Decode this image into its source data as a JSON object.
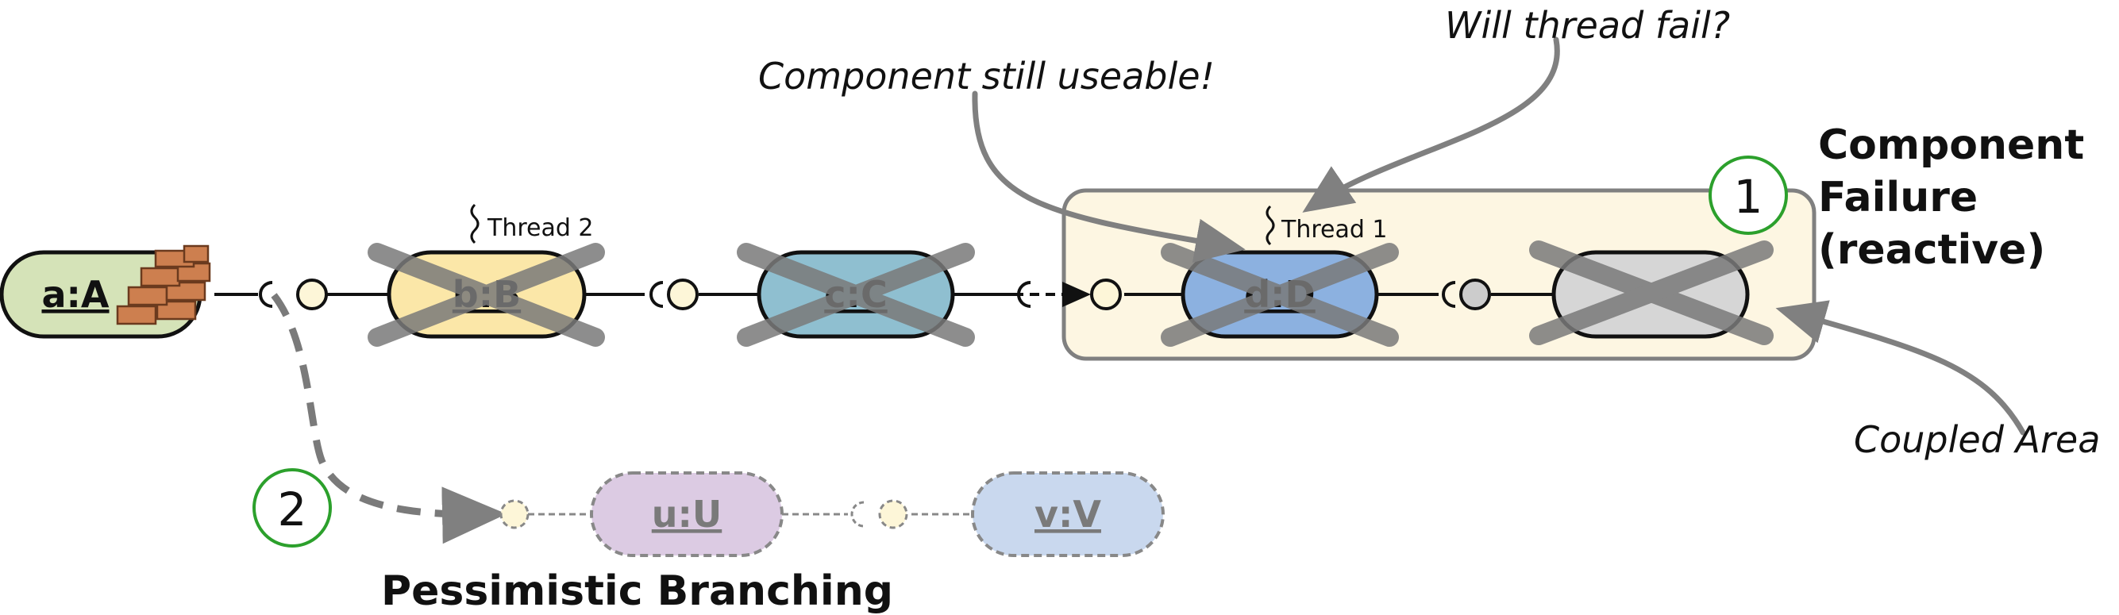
{
  "components": {
    "a": {
      "label": "a:A",
      "fill": "#d5e3b8"
    },
    "b": {
      "label": "b:B",
      "fill": "#fbe7a8"
    },
    "c": {
      "label": "c:C",
      "fill": "#8fbfd0"
    },
    "d": {
      "label": "d:D",
      "fill": "#8cb1e0"
    },
    "e": {
      "label": "",
      "fill": "#d6d6d6"
    },
    "u": {
      "label": "u:U",
      "fill": "#dccbe3"
    },
    "v": {
      "label": "v:V",
      "fill": "#c9d8ee"
    }
  },
  "threads": {
    "thread2": "Thread 2",
    "thread1": "Thread 1"
  },
  "annotations": {
    "still_useable": "Component still useable!",
    "will_fail": "Will thread fail?",
    "coupled_area": "Coupled Area"
  },
  "headings": {
    "component_failure": [
      "Component",
      "Failure",
      "(reactive)"
    ],
    "pessimistic_branching": "Pessimistic Branching"
  },
  "badges": {
    "one": "1",
    "two": "2"
  },
  "colors": {
    "coupled_area_fill": "#fdf6e2",
    "badge_border": "#2ca02c",
    "cross": "#7a7a7a",
    "arrow": "#808080",
    "brick": "#cd7f4f"
  }
}
